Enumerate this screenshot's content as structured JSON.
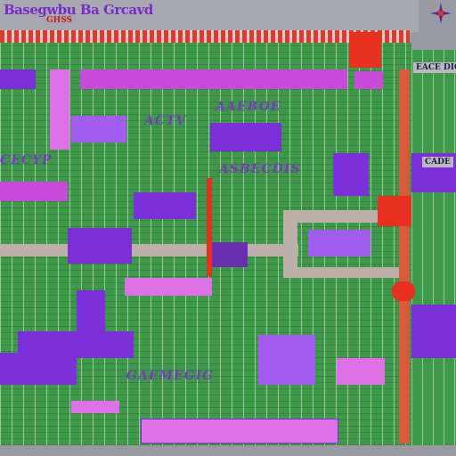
{
  "header": {
    "title": "Basegwbu Ba Grcavd",
    "subtitle": "GHSS",
    "logo_icon": "star-flower-icon"
  },
  "labels": {
    "top": "AAEBOE",
    "upper_left": "ACTV",
    "left_middle": "CECYP",
    "middle": "ASBECDIS",
    "lower_middle": "GAEMEGIG"
  },
  "sidebar": {
    "top_label": "EACE DICE",
    "mid_label": "CADE"
  },
  "colors": {
    "grid": "#3e9a4a",
    "purple": "#7b2fd8",
    "magenta": "#c84ad8",
    "accent_red": "#e8301e",
    "road": "#bdb0aa"
  }
}
